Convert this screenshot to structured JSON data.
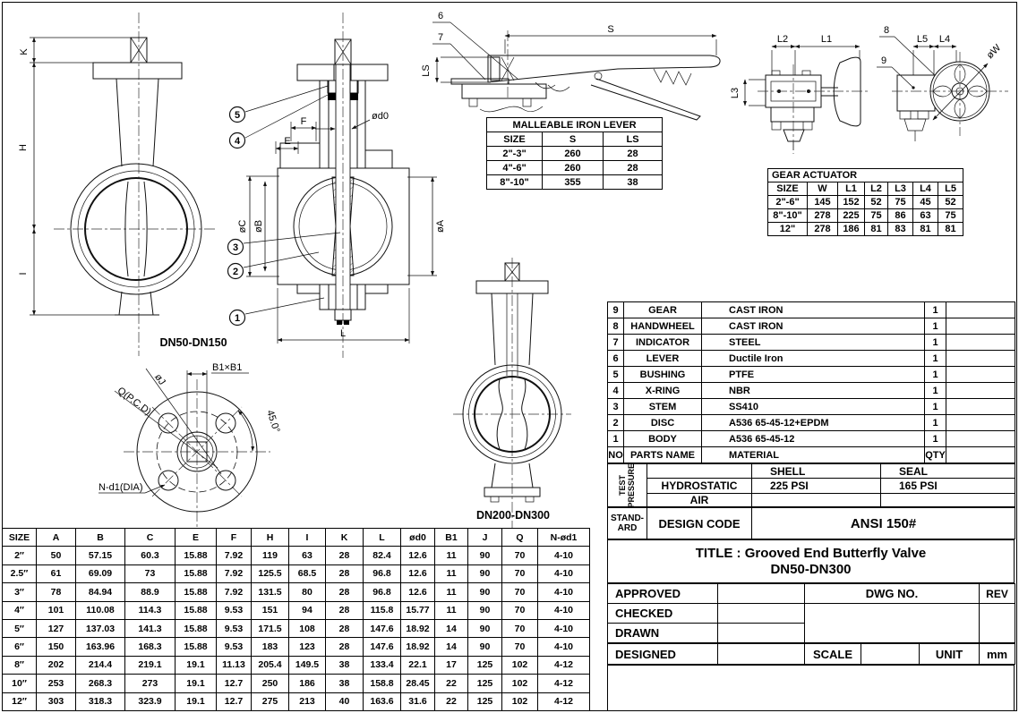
{
  "drawing": {
    "balloons": {
      "b1": "1",
      "b2": "2",
      "b3": "3",
      "b4": "4",
      "b5": "5",
      "b6": "6",
      "b7": "7",
      "b8": "8",
      "b9": "9"
    },
    "front_view_small": {
      "caption": "DN50-DN150",
      "dim_k": "K",
      "dim_h": "H",
      "dim_i": "I"
    },
    "section_view": {
      "dim_d0": "ød0",
      "dim_e": "E",
      "dim_f": "F",
      "dim_c": "øC",
      "dim_b": "øB",
      "dim_a": "øA",
      "dim_l": "L"
    },
    "lever_view": {
      "dim_s": "S",
      "dim_ls": "LS"
    },
    "actuator_side_view": {
      "dim_l1": "L1",
      "dim_l2": "L2",
      "dim_l3": "L3"
    },
    "actuator_front_view": {
      "dim_l4": "L4",
      "dim_l5": "L5",
      "dim_w": "øW"
    },
    "flange_view": {
      "dim_b1": "B1×B1",
      "dim_j": "øJ",
      "dim_q": "Q(P.C.D)",
      "dim_angle": "45.0°",
      "dim_n": "N-d1(DIA)"
    },
    "front_view_large": {
      "caption": "DN200-DN300"
    }
  },
  "lever_table": {
    "title": "MALLEABLE IRON LEVER",
    "headers": [
      "SIZE",
      "S",
      "LS"
    ],
    "rows": [
      [
        "2\"-3\"",
        "260",
        "28"
      ],
      [
        "4\"-6\"",
        "260",
        "28"
      ],
      [
        "8\"-10\"",
        "355",
        "38"
      ]
    ]
  },
  "gear_table": {
    "title": "GEAR ACTUATOR",
    "headers": [
      "SIZE",
      "W",
      "L1",
      "L2",
      "L3",
      "L4",
      "L5"
    ],
    "rows": [
      [
        "2\"-6\"",
        "145",
        "152",
        "52",
        "75",
        "45",
        "52"
      ],
      [
        "8\"-10\"",
        "278",
        "225",
        "75",
        "86",
        "63",
        "75"
      ],
      [
        "12\"",
        "278",
        "186",
        "81",
        "83",
        "81",
        "81"
      ]
    ]
  },
  "parts_list": {
    "rows": [
      [
        "9",
        "GEAR",
        "CAST IRON",
        "1",
        ""
      ],
      [
        "8",
        "HANDWHEEL",
        "CAST IRON",
        "1",
        ""
      ],
      [
        "7",
        "INDICATOR",
        "STEEL",
        "1",
        ""
      ],
      [
        "6",
        "LEVER",
        "Ductile Iron",
        "1",
        ""
      ],
      [
        "5",
        "BUSHING",
        "PTFE",
        "1",
        ""
      ],
      [
        "4",
        "X-RING",
        "NBR",
        "1",
        ""
      ],
      [
        "3",
        "STEM",
        "SS410",
        "1",
        ""
      ],
      [
        "2",
        "DISC",
        "A536 65-45-12+EPDM",
        "1",
        ""
      ],
      [
        "1",
        "BODY",
        "A536 65-45-12",
        "1",
        ""
      ]
    ],
    "footer": [
      "NO",
      "PARTS NAME",
      "MATERIAL",
      "QTY",
      ""
    ]
  },
  "test_block": {
    "side_top": "TEST",
    "side_bottom": "PRESSURE",
    "col_shell": "SHELL",
    "col_seal": "SEAL",
    "row_hydrostatic": "HYDROSTATIC",
    "row_air": "AIR",
    "shell_pressure": "225 PSI",
    "seal_pressure": "165 PSI"
  },
  "standard_block": {
    "label_line1": "STAND-",
    "label_line2": "ARD",
    "design_code_label": "DESIGN CODE",
    "design_code_value": "ANSI 150#"
  },
  "title_block": {
    "title_line1": "TITLE : Grooved End Butterfly Valve",
    "title_line2": "DN50-DN300"
  },
  "approval_block": {
    "approved": "APPROVED",
    "checked": "CHECKED",
    "drawn": "DRAWN",
    "designed": "DESIGNED",
    "dwg_no": "DWG NO.",
    "rev": "REV",
    "scale": "SCALE",
    "unit": "UNIT",
    "unit_value": "mm"
  },
  "dimension_table": {
    "headers": [
      "SIZE",
      "A",
      "B",
      "C",
      "E",
      "F",
      "H",
      "I",
      "K",
      "L",
      "ød0",
      "B1",
      "J",
      "Q",
      "N-ød1"
    ],
    "rows": [
      [
        "2″",
        "50",
        "57.15",
        "60.3",
        "15.88",
        "7.92",
        "119",
        "63",
        "28",
        "82.4",
        "12.6",
        "11",
        "90",
        "70",
        "4-10"
      ],
      [
        "2.5″",
        "61",
        "69.09",
        "73",
        "15.88",
        "7.92",
        "125.5",
        "68.5",
        "28",
        "96.8",
        "12.6",
        "11",
        "90",
        "70",
        "4-10"
      ],
      [
        "3″",
        "78",
        "84.94",
        "88.9",
        "15.88",
        "7.92",
        "131.5",
        "80",
        "28",
        "96.8",
        "12.6",
        "11",
        "90",
        "70",
        "4-10"
      ],
      [
        "4″",
        "101",
        "110.08",
        "114.3",
        "15.88",
        "9.53",
        "151",
        "94",
        "28",
        "115.8",
        "15.77",
        "11",
        "90",
        "70",
        "4-10"
      ],
      [
        "5″",
        "127",
        "137.03",
        "141.3",
        "15.88",
        "9.53",
        "171.5",
        "108",
        "28",
        "147.6",
        "18.92",
        "14",
        "90",
        "70",
        "4-10"
      ],
      [
        "6″",
        "150",
        "163.96",
        "168.3",
        "15.88",
        "9.53",
        "183",
        "123",
        "28",
        "147.6",
        "18.92",
        "14",
        "90",
        "70",
        "4-10"
      ],
      [
        "8″",
        "202",
        "214.4",
        "219.1",
        "19.1",
        "11.13",
        "205.4",
        "149.5",
        "38",
        "133.4",
        "22.1",
        "17",
        "125",
        "102",
        "4-12"
      ],
      [
        "10″",
        "253",
        "268.3",
        "273",
        "19.1",
        "12.7",
        "250",
        "186",
        "38",
        "158.8",
        "28.45",
        "22",
        "125",
        "102",
        "4-12"
      ],
      [
        "12″",
        "303",
        "318.3",
        "323.9",
        "19.1",
        "12.7",
        "275",
        "213",
        "40",
        "163.6",
        "31.6",
        "22",
        "125",
        "102",
        "4-12"
      ]
    ]
  }
}
